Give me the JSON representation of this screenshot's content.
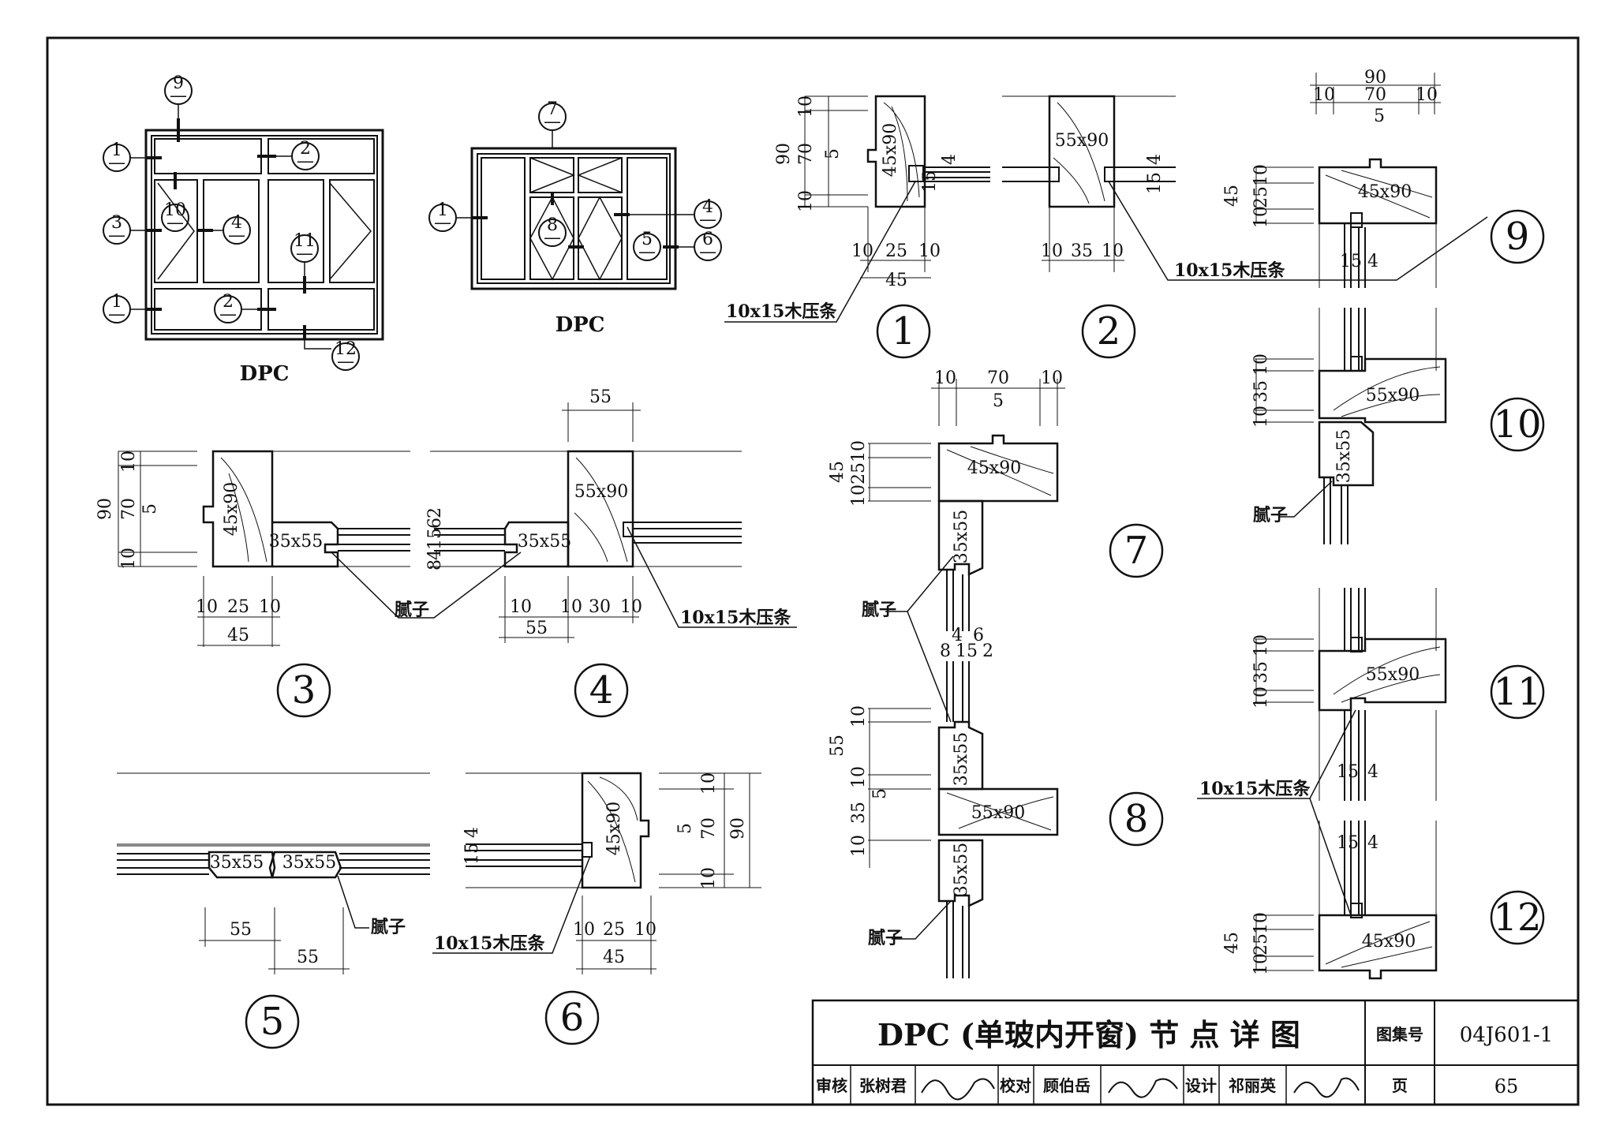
{
  "overview": {
    "left": {
      "label": "DPC",
      "markers": [
        {
          "n": "9",
          "d": "—"
        },
        {
          "n": "1",
          "d": "—"
        },
        {
          "n": "2",
          "d": "—"
        },
        {
          "n": "3",
          "d": "—"
        },
        {
          "n": "10",
          "d": "—"
        },
        {
          "n": "4",
          "d": "—"
        },
        {
          "n": "11",
          "d": "—"
        },
        {
          "n": "1",
          "d": "—"
        },
        {
          "n": "2",
          "d": "—"
        },
        {
          "n": "12",
          "d": "—"
        }
      ]
    },
    "middle": {
      "label": "DPC",
      "markers": [
        {
          "n": "7",
          "d": "—"
        },
        {
          "n": "1",
          "d": "—"
        },
        {
          "n": "8",
          "d": "—"
        },
        {
          "n": "4",
          "d": "—"
        },
        {
          "n": "5",
          "d": "—"
        },
        {
          "n": "6",
          "d": "—"
        }
      ]
    }
  },
  "details": {
    "d1": {
      "number": "1",
      "dims": [
        "10",
        "70",
        "10",
        "90",
        "5",
        "15",
        "4",
        "10",
        "25",
        "10",
        "45"
      ],
      "section": "45x90"
    },
    "d2": {
      "number": "2",
      "dims": [
        "15",
        "4",
        "10",
        "35",
        "10"
      ],
      "section": "55x90"
    },
    "d3": {
      "number": "3",
      "dims": [
        "90",
        "10",
        "70",
        "5",
        "10",
        "10",
        "25",
        "10",
        "45"
      ],
      "sections": [
        "45x90",
        "35x55"
      ]
    },
    "d4": {
      "number": "4",
      "dims": [
        "55",
        "2",
        "6",
        "15",
        "4",
        "8",
        "10",
        "10",
        "30",
        "10",
        "55"
      ],
      "sections": [
        "35x55",
        "55x90"
      ]
    },
    "d5": {
      "number": "5",
      "dims": [
        "55",
        "55"
      ],
      "sections": [
        "35x55",
        "35x55"
      ]
    },
    "d6": {
      "number": "6",
      "dims": [
        "10",
        "5",
        "70",
        "10",
        "90",
        "15",
        "4",
        "10",
        "25",
        "10",
        "45"
      ],
      "section": "45x90"
    },
    "d7": {
      "number": "7",
      "dims": [
        "10",
        "70",
        "10",
        "5",
        "45",
        "10",
        "25",
        "10"
      ],
      "sections": [
        "45x90",
        "35x55"
      ]
    },
    "d8": {
      "number": "8",
      "dims": [
        "8",
        "4",
        "15",
        "6",
        "2",
        "10",
        "55",
        "10",
        "5",
        "35",
        "10"
      ],
      "sections": [
        "35x55",
        "55x90",
        "35x55"
      ]
    },
    "d9": {
      "number": "9",
      "dims": [
        "90",
        "10",
        "70",
        "10",
        "5",
        "45",
        "10",
        "25",
        "10",
        "15",
        "4"
      ],
      "section": "45x90"
    },
    "d10": {
      "number": "10",
      "dims": [
        "10",
        "35",
        "10"
      ],
      "sections": [
        "55x90",
        "35x55"
      ]
    },
    "d11": {
      "number": "11",
      "dims": [
        "10",
        "35",
        "10",
        "15",
        "4"
      ],
      "section": "55x90"
    },
    "d12": {
      "number": "12",
      "dims": [
        "15",
        "4",
        "45",
        "10",
        "25",
        "10"
      ],
      "section": "45x90"
    }
  },
  "notes": {
    "strip": "10x15木压条",
    "putty": "腻子"
  },
  "title_block": {
    "title": "DPC (单玻内开窗) 节 点 详 图",
    "atlas_label": "图集号",
    "atlas_no": "04J601-1",
    "page_label": "页",
    "page_no": "65",
    "review_label": "审核",
    "review_name": "张树君",
    "check_label": "校对",
    "check_name": "顾伯岳",
    "design_label": "设计",
    "design_name": "祁丽英"
  }
}
